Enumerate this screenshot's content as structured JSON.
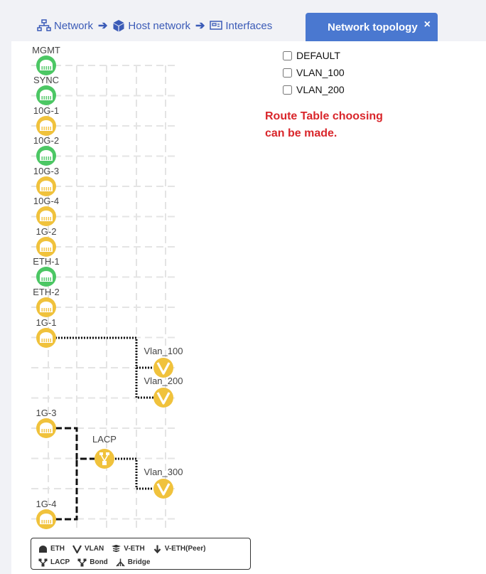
{
  "breadcrumb": {
    "items": [
      {
        "label": "Network",
        "icon": "network-icon"
      },
      {
        "label": "Host network",
        "icon": "cube-icon"
      },
      {
        "label": "Interfaces",
        "icon": "interface-card-icon"
      }
    ],
    "separator": "➔"
  },
  "active_tab": {
    "label": "Network topology",
    "close_label": "×"
  },
  "route_tables": [
    {
      "label": "DEFAULT",
      "checked": false
    },
    {
      "label": "VLAN_100",
      "checked": false
    },
    {
      "label": "VLAN_200",
      "checked": false
    }
  ],
  "annotation": {
    "line1": "Route Table choosing",
    "line2": "can be made."
  },
  "topology": {
    "colors": {
      "up": "#4cc764",
      "down": "#f0c23c",
      "link": "#111111",
      "grid": "#e4e4e4"
    },
    "interfaces": [
      {
        "name": "MGMT",
        "status": "up"
      },
      {
        "name": "SYNC",
        "status": "up"
      },
      {
        "name": "10G-1",
        "status": "down"
      },
      {
        "name": "10G-2",
        "status": "up"
      },
      {
        "name": "10G-3",
        "status": "down"
      },
      {
        "name": "10G-4",
        "status": "down"
      },
      {
        "name": "1G-2",
        "status": "down"
      },
      {
        "name": "ETH-1",
        "status": "up"
      },
      {
        "name": "ETH-2",
        "status": "down"
      },
      {
        "name": "1G-1",
        "status": "down"
      },
      {
        "name": "1G-3",
        "status": "down"
      },
      {
        "name": "1G-4",
        "status": "down"
      }
    ],
    "vlans": [
      "Vlan_100",
      "Vlan_200",
      "Vlan_300"
    ],
    "bond": "LACP"
  },
  "legend": {
    "row1": [
      {
        "label": "ETH",
        "icon": "eth-icon"
      },
      {
        "label": "VLAN",
        "icon": "vlan-icon"
      },
      {
        "label": "V-ETH",
        "icon": "v-eth-icon"
      },
      {
        "label": "V-ETH(Peer)",
        "icon": "v-eth-peer-icon"
      }
    ],
    "row2": [
      {
        "label": "LACP",
        "icon": "lacp-icon"
      },
      {
        "label": "Bond",
        "icon": "bond-icon"
      },
      {
        "label": "Bridge",
        "icon": "bridge-icon"
      }
    ]
  }
}
